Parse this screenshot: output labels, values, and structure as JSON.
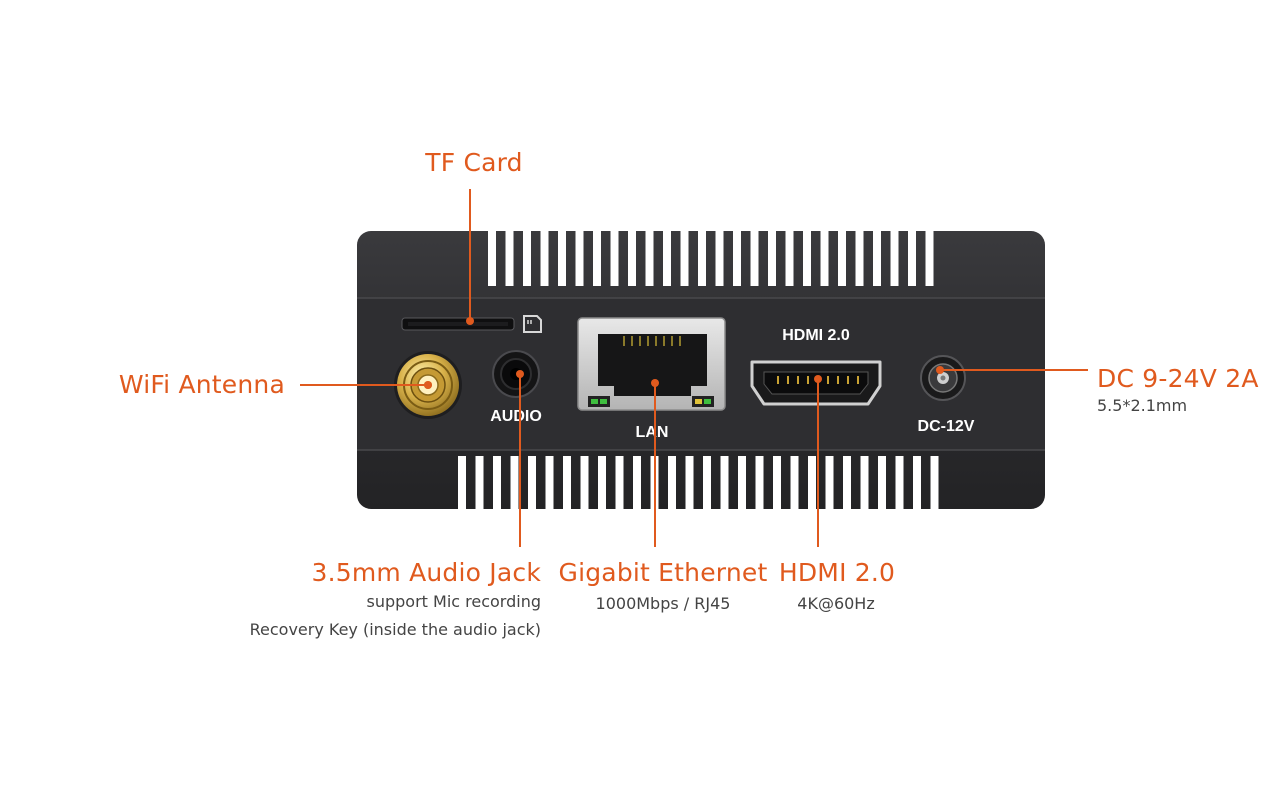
{
  "colors": {
    "accent": "#e05a1e",
    "device_body": "#2b2b2d",
    "background": "#ffffff",
    "subtext": "#444444"
  },
  "device": {
    "port_labels": {
      "hdmi": "HDMI 2.0",
      "audio": "AUDIO",
      "lan": "LAN",
      "dc": "DC-12V"
    }
  },
  "callouts": {
    "tf_card": {
      "title": "TF Card"
    },
    "wifi_antenna": {
      "title": "WiFi Antenna"
    },
    "audio_jack": {
      "title": "3.5mm Audio Jack",
      "line1": "support Mic recording",
      "line2": "Recovery Key (inside the audio jack)"
    },
    "ethernet": {
      "title": "Gigabit Ethernet",
      "sub": "1000Mbps / RJ45"
    },
    "hdmi": {
      "title": "HDMI 2.0",
      "sub": "4K@60Hz"
    },
    "dc": {
      "title": "DC 9-24V 2A",
      "sub": "5.5*2.1mm"
    }
  }
}
